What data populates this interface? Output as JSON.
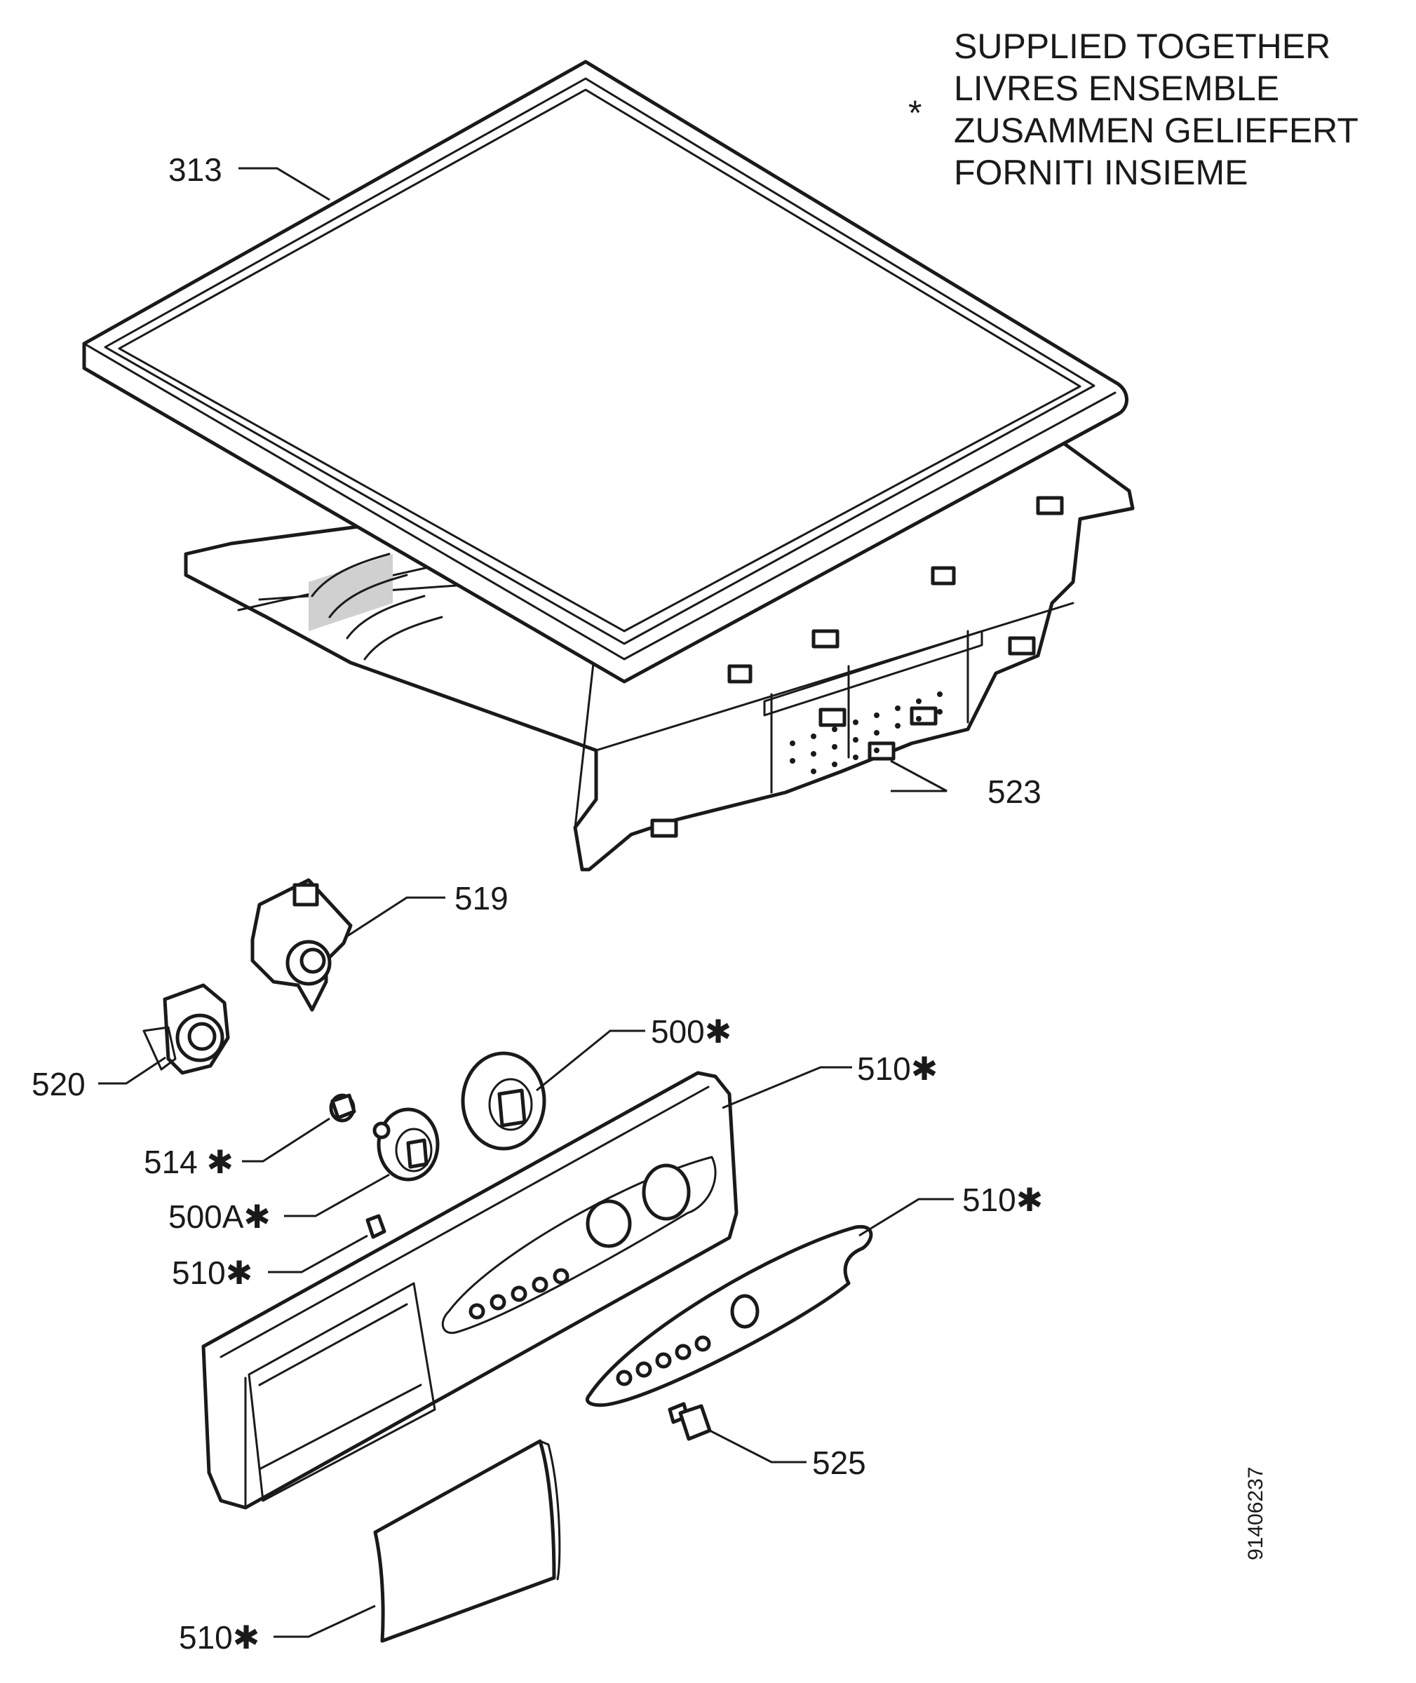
{
  "legend": {
    "mark": "*",
    "lines": [
      "SUPPLIED TOGETHER",
      "LIVRES ENSEMBLE",
      "ZUSAMMEN GELIEFERT",
      "FORNITI INSIEME"
    ]
  },
  "callouts": [
    {
      "id": "313",
      "text": "313"
    },
    {
      "id": "523",
      "text": "523"
    },
    {
      "id": "519",
      "text": "519"
    },
    {
      "id": "520",
      "text": "520"
    },
    {
      "id": "500",
      "text": "500✱"
    },
    {
      "id": "510a",
      "text": "510✱"
    },
    {
      "id": "514",
      "text": "514 ✱"
    },
    {
      "id": "500a",
      "text": "500A✱"
    },
    {
      "id": "510b",
      "text": "510✱"
    },
    {
      "id": "510c",
      "text": "510✱"
    },
    {
      "id": "525",
      "text": "525"
    },
    {
      "id": "510d",
      "text": "510✱"
    }
  ],
  "drawing_code": "91406237"
}
